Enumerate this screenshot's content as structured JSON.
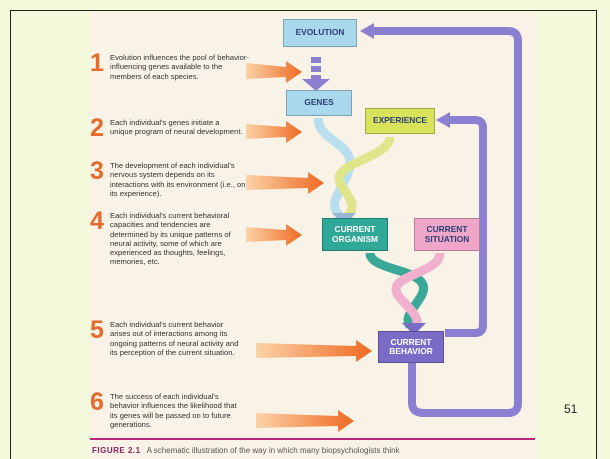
{
  "steps": [
    {
      "num": "1",
      "text": "Evolution influences the pool of behavior-influencing genes available to the members of each species."
    },
    {
      "num": "2",
      "text": "Each individual's genes initiate a unique program of neural development."
    },
    {
      "num": "3",
      "text": "The development of each individual's nervous system depends on its interactions with its environment (i.e., on its experience)."
    },
    {
      "num": "4",
      "text": "Each individual's current behavioral capacities and tendencies are determined by its unique patterns of neural activity, some of which are experienced as thoughts, feelings, memories, etc."
    },
    {
      "num": "5",
      "text": "Each individual's current behavior arises out of interactions among its ongoing patterns of neural activity and its perception of the current situation."
    },
    {
      "num": "6",
      "text": "The success of each individual's behavior influences the likelihood that its genes will be passed on to future generations."
    }
  ],
  "boxes": {
    "evolution": "EVOLUTION",
    "genes": "GENES",
    "experience": "EXPERIENCE",
    "organism": "CURRENT ORGANISM",
    "situation": "CURRENT SITUATION",
    "behavior": "CURRENT BEHAVIOR"
  },
  "caption": {
    "label": "FIGURE 2.1",
    "text": "A schematic illustration of the way in which many biopsychologists think"
  },
  "page_number": "51",
  "colors": {
    "step_number": "#e86a2a",
    "arrow_orange": "#f07a2e",
    "loop_purple": "#8a7fd0",
    "box_blue": "#a9d8ec",
    "box_yellow": "#d8e25a",
    "box_teal": "#2fa898",
    "box_pink": "#f0a6c8",
    "box_violet": "#7a6cc6"
  }
}
